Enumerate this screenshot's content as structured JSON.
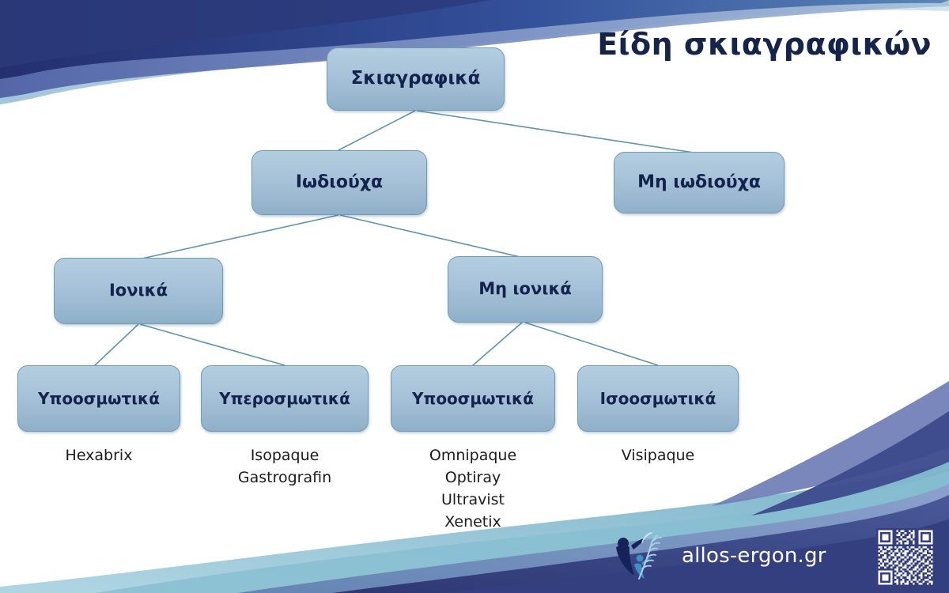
{
  "title": "Είδη σκιαγραφικών",
  "colors": {
    "title_text": "#162449",
    "node_fill_top": "#b3cde0",
    "node_fill_bottom": "#8fb0c9",
    "node_border": "#6f9bb5",
    "node_text": "#13234d",
    "connector": "#5f93ae",
    "wave_dark_navy": "#2b3a7a",
    "wave_mid_blue": "#6a7ab5",
    "wave_light_blue": "#b9d3e2",
    "wave_teal": "#8fc2d4",
    "footer_navy": "#343f80",
    "brand_text": "#ffffff"
  },
  "tree": {
    "level1": [
      {
        "id": "skiagrafika",
        "label": "Σκιαγραφικά"
      }
    ],
    "level2": [
      {
        "id": "iodiouxa",
        "label": "Ιωδιούχα"
      },
      {
        "id": "mi-iodiouxa",
        "label": "Μη ιωδιούχα"
      }
    ],
    "level3": [
      {
        "id": "ionika",
        "label": "Ιονικά"
      },
      {
        "id": "mi-ionika",
        "label": "Μη ιονικά"
      }
    ],
    "leaves": [
      {
        "id": "ionika-ypoosmotika",
        "label": "Υποοσμωτικά",
        "drugs": [
          "Hexabrix"
        ]
      },
      {
        "id": "ionika-yperosmotika",
        "label": "Υπεροσμωτικά",
        "drugs": [
          "Isopaque",
          "Gastrografin"
        ]
      },
      {
        "id": "mi-ionika-ypoosmotika",
        "label": "Υποοσμωτικά",
        "drugs": [
          "Omnipaque",
          "Optiray",
          "Ultravist",
          "Xenetix"
        ]
      },
      {
        "id": "mi-ionika-isoosmotika",
        "label": "Ισοοσμωτικά",
        "drugs": [
          "Visipaque"
        ]
      }
    ]
  },
  "footer": {
    "brand": "allos-ergon.gr",
    "logo_name": "person-with-wheat-logo",
    "qr_name": "qr-code"
  }
}
